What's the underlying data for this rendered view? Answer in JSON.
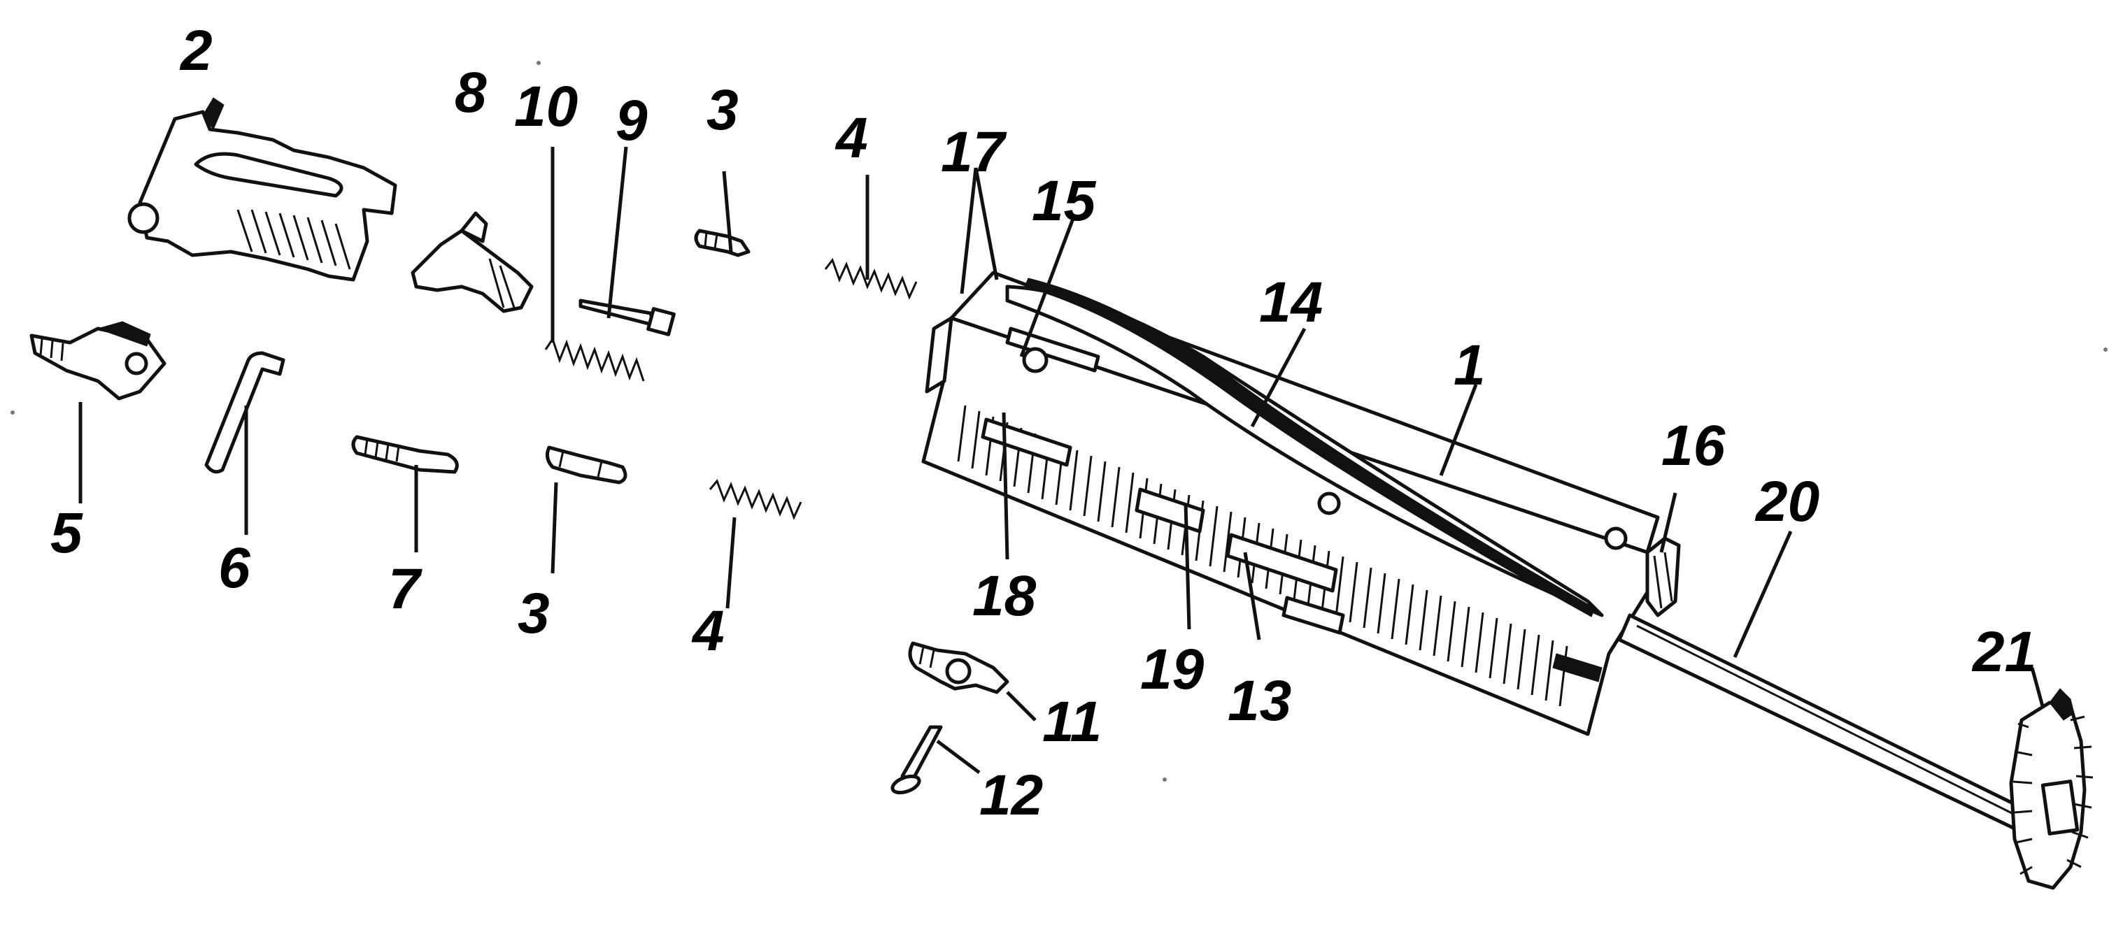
{
  "callouts": {
    "c1": "1",
    "c2": "2",
    "c3a": "3",
    "c3b": "3",
    "c4a": "4",
    "c4b": "4",
    "c5": "5",
    "c6": "6",
    "c7": "7",
    "c8": "8",
    "c9": "9",
    "c10": "10",
    "c11": "11",
    "c12": "12",
    "c13": "13",
    "c14": "14",
    "c15": "15",
    "c16": "16",
    "c17": "17",
    "c18": "18",
    "c19": "19",
    "c20": "20",
    "c21": "21"
  },
  "colors": {
    "ink": "#111111",
    "paper": "#ffffff"
  }
}
